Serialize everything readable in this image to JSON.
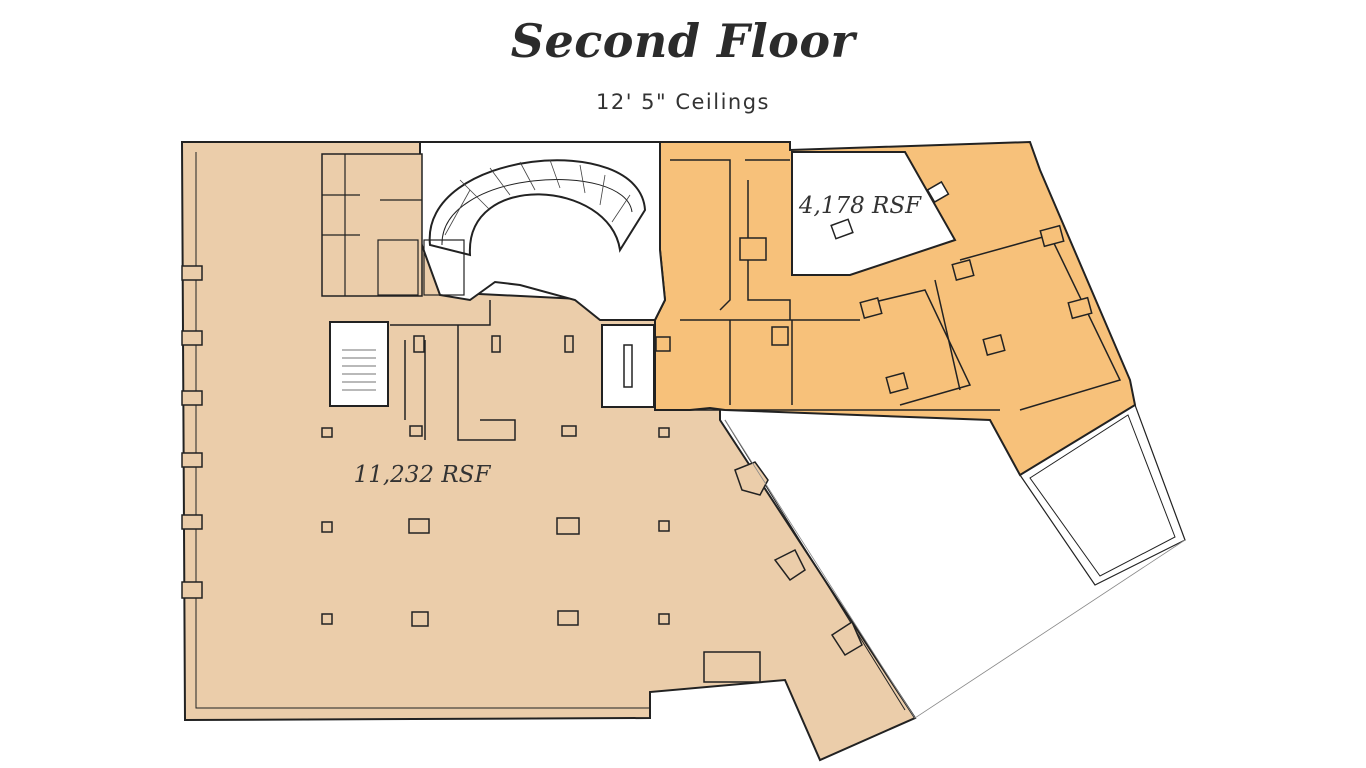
{
  "page": {
    "title": "Second Floor",
    "subtitle": "12' 5\" Ceilings"
  },
  "suites": [
    {
      "id": "suite-west",
      "label": "11,232 RSF",
      "color": "#EBCDAA"
    },
    {
      "id": "suite-east",
      "label": "4,178 RSF",
      "color": "#F7C17A"
    }
  ],
  "colors": {
    "wall": "#222222",
    "core": "#FFFFFF",
    "background": "#FFFFFF"
  }
}
